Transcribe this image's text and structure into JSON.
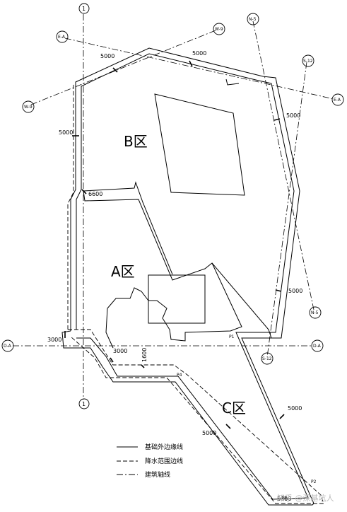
{
  "zones": {
    "b": "B区",
    "a": "A区",
    "c": "C区"
  },
  "dimensions": {
    "top_left": "5000",
    "top_mid": "5000",
    "right_upper": "5000",
    "left_upper": "5000",
    "mid_left": "6600",
    "lower_left": "3000",
    "bottom_center": "3000",
    "vertical_center": "1600",
    "right_lower": "5000",
    "c_right": "5000",
    "c_left": "5000",
    "c_bottom": "5000"
  },
  "axes": {
    "one_top": "1",
    "one_bottom": "1",
    "ea_left": "E-A",
    "ea_right": "E-A",
    "w9_left": "W-9",
    "w9_right": "W-9",
    "n5_top": "N-5",
    "n5_bottom": "N-5",
    "s12_top": "S-12",
    "s12_bottom": "S-12",
    "da_left": "D-A",
    "da_right": "D-A"
  },
  "points": {
    "p1": "P1",
    "p2": "P2",
    "p3": "P3",
    "p4": "P4"
  },
  "legend": {
    "solid": "基础外边缘线",
    "dashed": "降水范围边线",
    "dashdot": "建筑轴线"
  },
  "watermark": "知乎 @深基坑人"
}
